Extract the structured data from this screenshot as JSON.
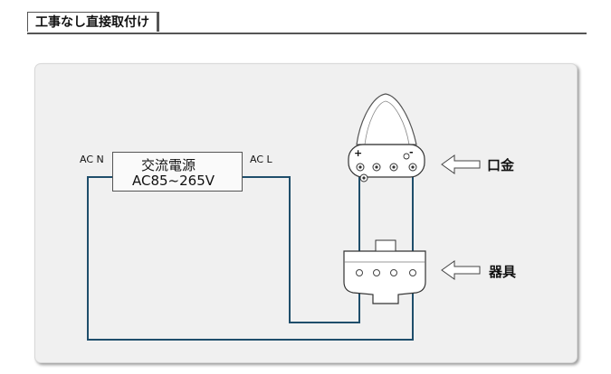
{
  "header": {
    "title": "工事なし直接取付け"
  },
  "diagram": {
    "power_supply": {
      "title": "交流電源",
      "spec": "AC85~265V"
    },
    "terminals": {
      "left": "AC N",
      "right": "AC L"
    },
    "callouts": {
      "cap": "口金",
      "fixture": "器具"
    },
    "polarity": {
      "plus": "+",
      "minus": "-"
    },
    "colors": {
      "wire": "#1f4e6b",
      "panel": "#f0f0f0",
      "outline": "#555555"
    }
  }
}
